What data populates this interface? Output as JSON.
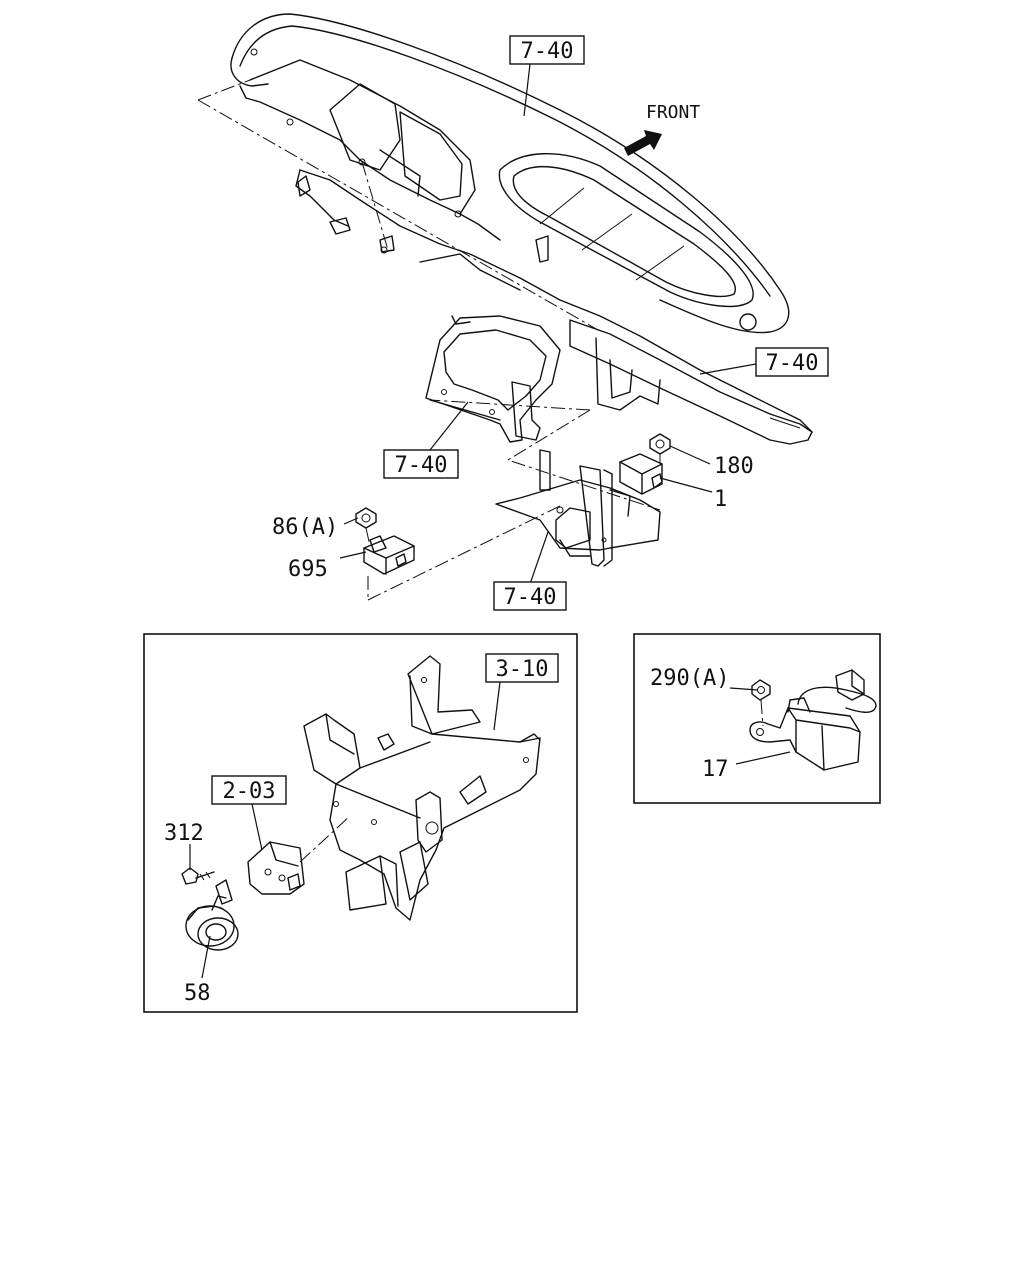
{
  "header": {
    "front_label": "FRONT"
  },
  "references": {
    "ref_top": "7-40",
    "ref_right": "7-40",
    "ref_mid_left": "7-40",
    "ref_bottom": "7-40",
    "ref_bracket": "3-10",
    "ref_horn_bracket": "2-03"
  },
  "callouts": {
    "p180": "180",
    "p1": "1",
    "p86a": "86(A)",
    "p695": "695",
    "p312": "312",
    "p58": "58",
    "p290a": "290(A)",
    "p17": "17"
  },
  "icons": {
    "front_arrow": "arrow-up-right-icon"
  }
}
